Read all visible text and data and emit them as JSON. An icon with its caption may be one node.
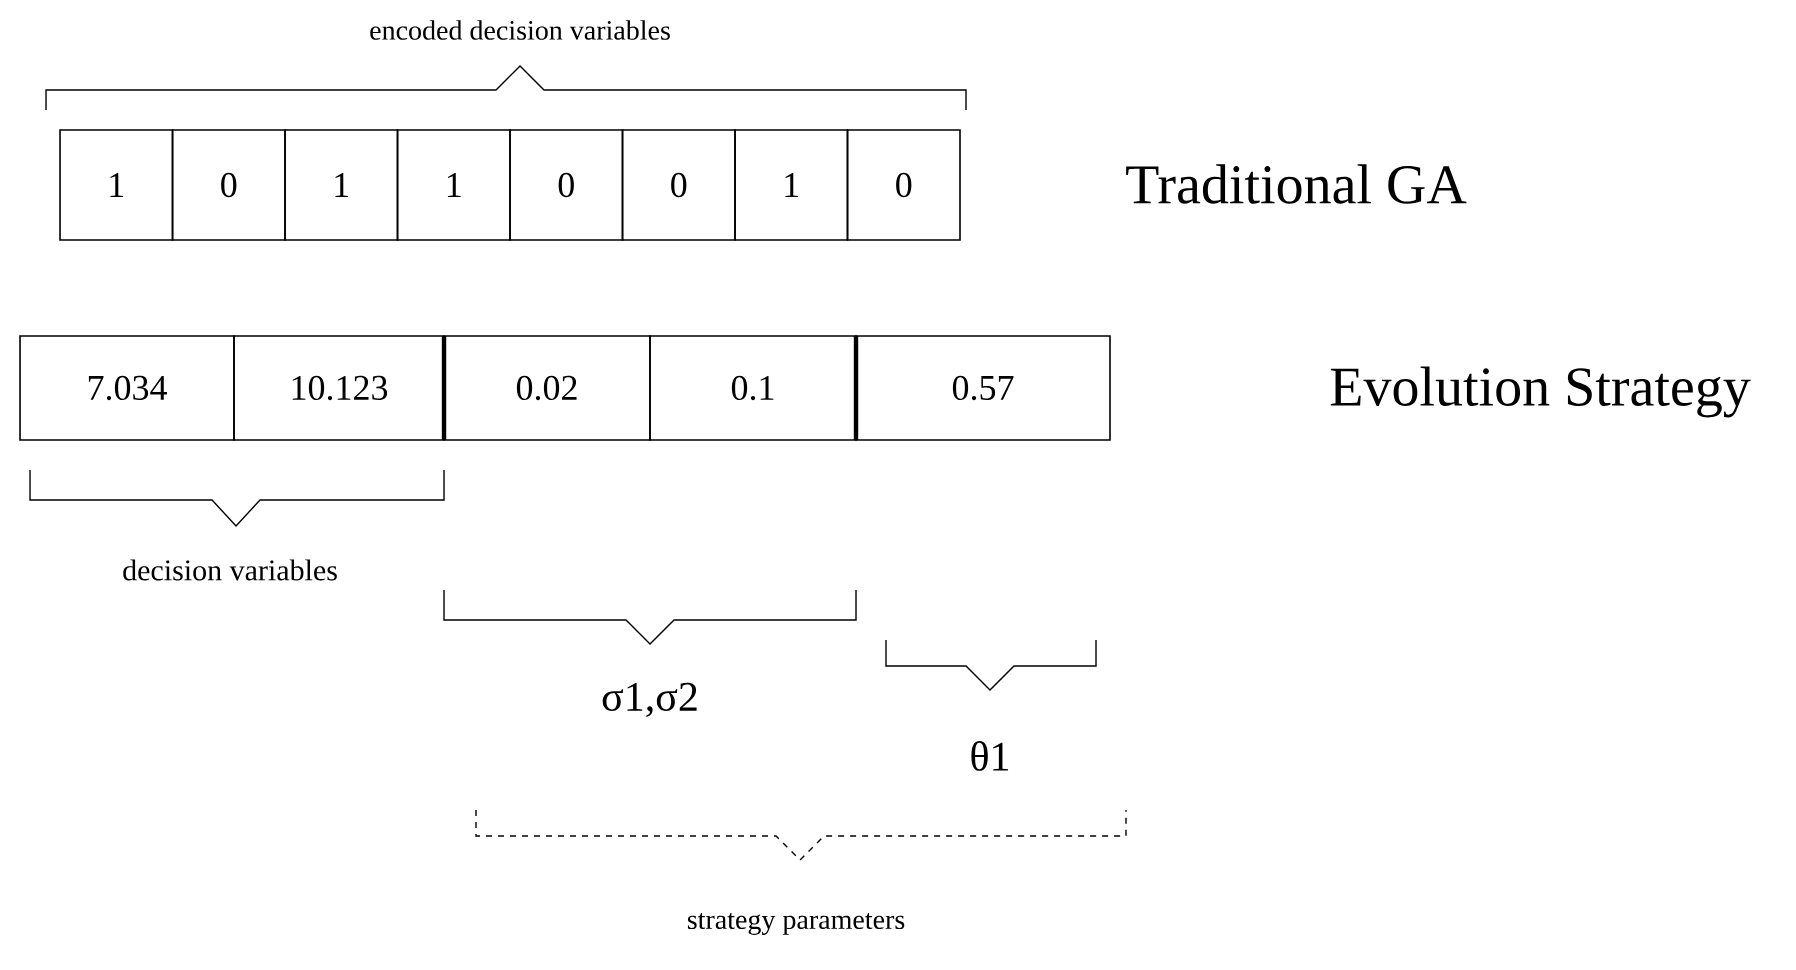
{
  "diagram": {
    "nodes": [
      {
        "text": [
          "1"
        ]
      },
      {
        "text": [
          "0"
        ]
      },
      {
        "text": [
          "1"
        ]
      },
      {
        "text": [
          "1"
        ]
      },
      {
        "text": [
          "0"
        ]
      },
      {
        "text": [
          "0"
        ]
      },
      {
        "text": [
          "1"
        ]
      },
      {
        "text": [
          "0"
        ]
      },
      {
        "text": [
          "7.034"
        ]
      },
      {
        "text": [
          "10.123"
        ]
      },
      {
        "text": [
          "0.02"
        ]
      },
      {
        "text": [
          "0.1"
        ]
      },
      {
        "text": [
          "0.57"
        ]
      }
    ],
    "labels": [
      "encoded decision variables",
      "Traditional GA",
      "Evolution Strategy",
      "decision variables",
      "σ1,σ2",
      "θ1",
      "strategy parameters"
    ]
  }
}
